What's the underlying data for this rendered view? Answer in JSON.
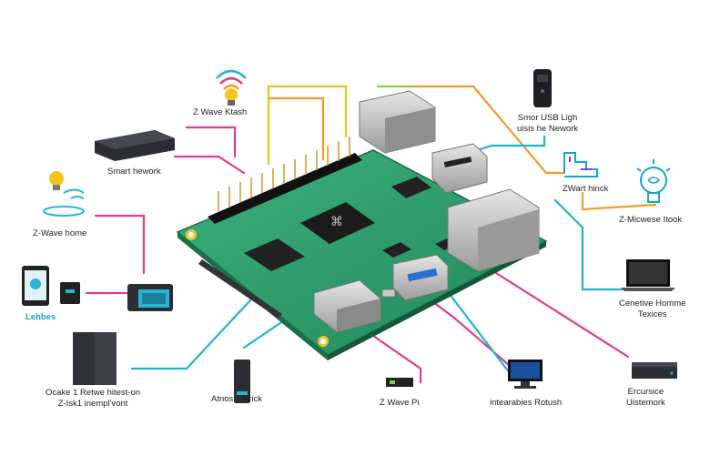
{
  "labels": {
    "zwave_ktash": "Z Wave Ktash",
    "smart_hework": "Smart hework",
    "zwave_home": "Z-Wave home",
    "lehbes": "Lehbes",
    "ocake_line1": "Ocake 1 Retwe hitest-on",
    "ocake_line2": "Z-Isk1 inempl'vont",
    "atnos_strick": "Atnos   Strick",
    "zwave_pi": "Z Wave Pi",
    "interabies": "intearabies Rotush",
    "ercursice_line1": "Ercursice",
    "ercursice_line2": "Uistemork",
    "cenetive_line1": "Cenetive Homme",
    "cenetive_line2": "Texices",
    "zmicwese": "Z-Micwese Itook",
    "zwart_hinck": "ZWart hinck",
    "smor_usb_line1": "Smor USB Ligh",
    "smor_usb_line2": "uisis he Nework"
  },
  "board": {
    "chip_mark": "⌘"
  },
  "colors": {
    "pcb": "#2f9e6a",
    "pcb_dark": "#1f7a50",
    "line_yellow": "#e8c51a",
    "line_pink": "#e23a8c",
    "line_cyan": "#1fb3d0",
    "line_orange": "#f39a2b",
    "accent_teal": "#13a6c9"
  }
}
